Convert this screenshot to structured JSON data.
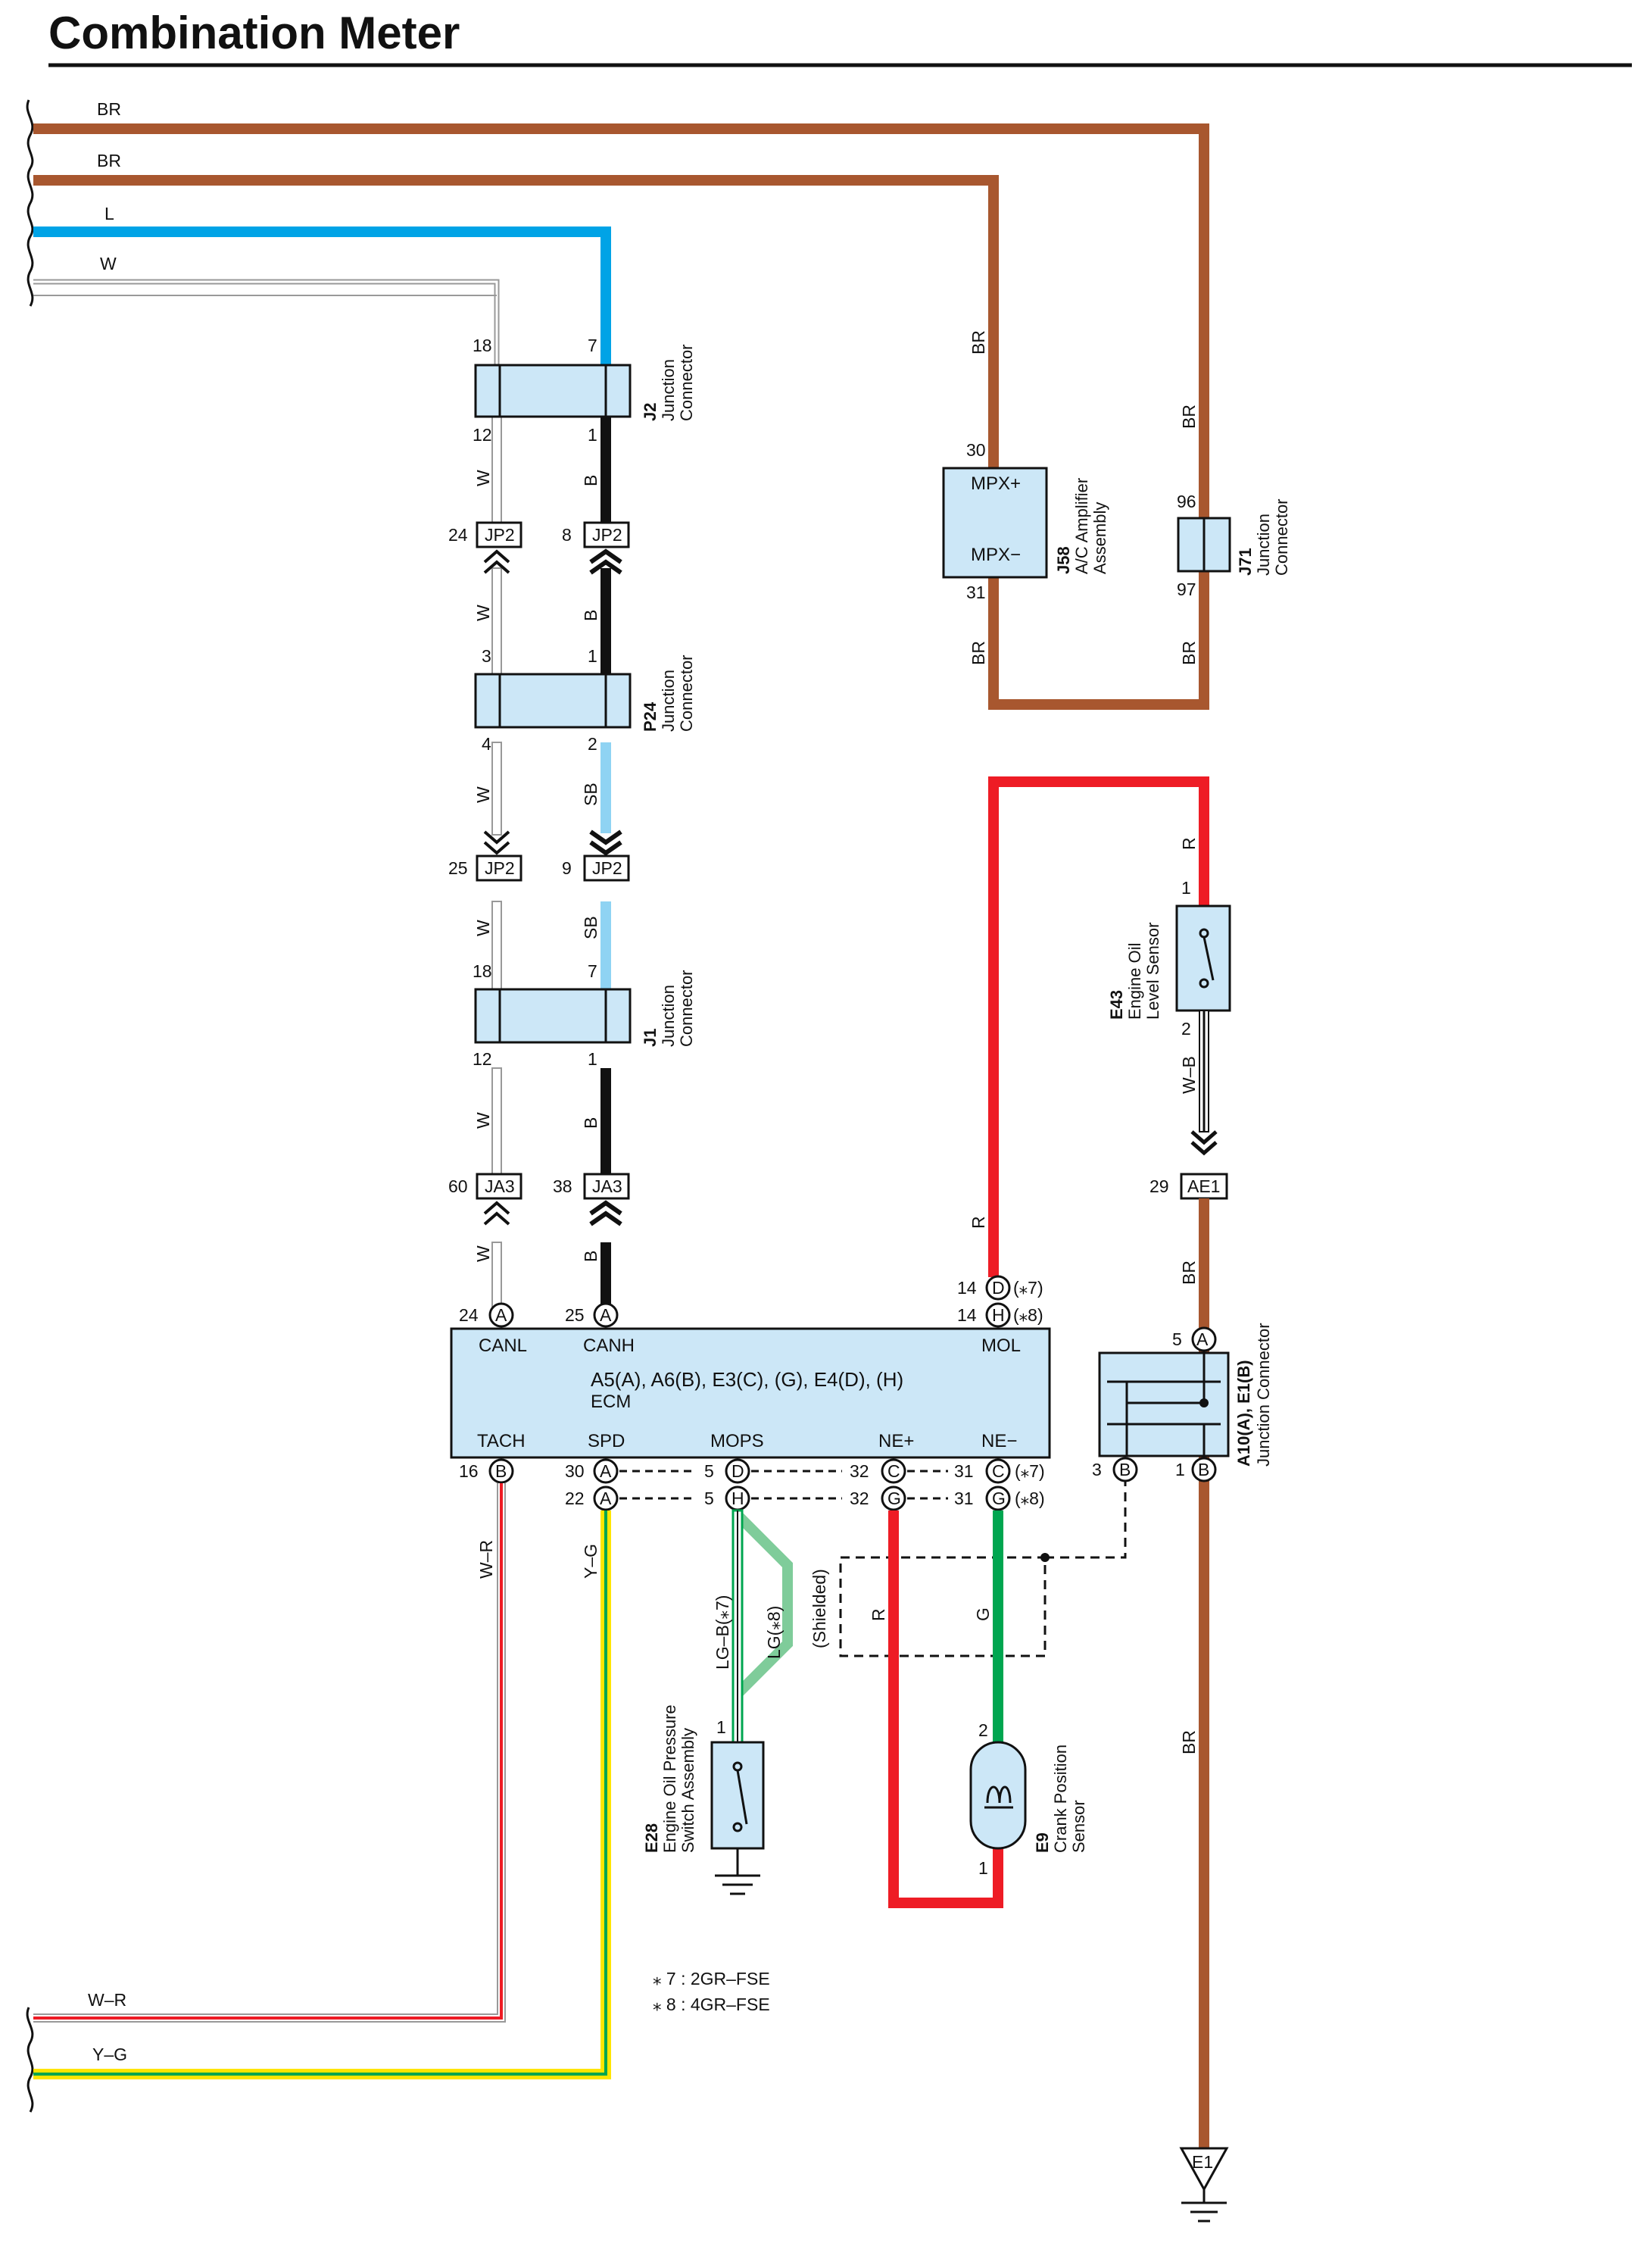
{
  "title": "Combination Meter",
  "colors": {
    "brown": "#a8572f",
    "blue": "#00a3e6",
    "light_blue": "#8fd3f3",
    "black": "#111111",
    "white_wire": "#bfbfbf",
    "red": "#ee1c25",
    "green": "#00a650",
    "light_green": "#7fcc9a",
    "yellow": "#ffe500",
    "box_fill": "#cce7f7"
  },
  "wires": {
    "br1": "BR",
    "br2": "BR",
    "l": "L",
    "w": "W",
    "wr": "W–R",
    "yg": "Y–G",
    "w_a": "W",
    "w_b": "W",
    "w_c": "W",
    "w_d": "W",
    "w_e": "W",
    "w_f": "W",
    "b_a": "B",
    "b_b": "B",
    "b_c": "B",
    "b_d": "B",
    "sb_a": "SB",
    "sb_b": "SB",
    "br_j58_top": "BR",
    "br_j58_bot": "BR",
    "br_j71_top": "BR",
    "br_j71_bot": "BR",
    "r_top": "R",
    "r_ecm": "R",
    "wb": "W–B",
    "br_ae1": "BR",
    "br_low": "BR",
    "wr_v": "W–R",
    "yg_v": "Y–G",
    "lgb": "LG–B(⁎7)",
    "lg": "LG(⁎8)",
    "shielded": "(Shielded)",
    "r_ne": "R",
    "g_ne": "G"
  },
  "connectors": {
    "j2": {
      "id": "J2",
      "name1": "Junction",
      "name2": "Connector",
      "pin_tl": "18",
      "pin_tr": "7",
      "pin_bl": "12",
      "pin_br": "1"
    },
    "p24": {
      "id": "P24",
      "name1": "Junction",
      "name2": "Connector",
      "pin_tl": "3",
      "pin_tr": "1",
      "pin_bl": "4",
      "pin_br": "2"
    },
    "j1": {
      "id": "J1",
      "name1": "Junction",
      "name2": "Connector",
      "pin_tl": "18",
      "pin_tr": "7",
      "pin_bl": "12",
      "pin_br": "1"
    },
    "jp2_a": {
      "label": "JP2",
      "pin": "24"
    },
    "jp2_b": {
      "label": "JP2",
      "pin": "8"
    },
    "jp2_c": {
      "label": "JP2",
      "pin": "25"
    },
    "jp2_d": {
      "label": "JP2",
      "pin": "9"
    },
    "ja3_a": {
      "label": "JA3",
      "pin": "60"
    },
    "ja3_b": {
      "label": "JA3",
      "pin": "38"
    },
    "ae1": {
      "label": "AE1",
      "pin": "29"
    },
    "j58": {
      "id": "J58",
      "name1": "A/C Amplifier",
      "name2": "Assembly",
      "pin_top": "30",
      "pin_bot": "31",
      "term1": "MPX+",
      "term2": "MPX−"
    },
    "j71": {
      "id": "J71",
      "name1": "Junction",
      "name2": "Connector",
      "pin_top": "96",
      "pin_bot": "97"
    },
    "e43": {
      "id": "E43",
      "name1": "Engine Oil",
      "name2": "Level Sensor",
      "pin_top": "1",
      "pin_bot": "2"
    },
    "a10": {
      "id": "A10(A), E1(B)",
      "name": "Junction Connector",
      "pin_top": "5",
      "pin_bl": "3",
      "pin_br": "1",
      "letter_top": "A",
      "letter_bl": "B",
      "letter_br": "B"
    },
    "e28": {
      "id": "E28",
      "name1": "Engine Oil Pressure",
      "name2": "Switch Assembly",
      "pin": "1"
    },
    "e9": {
      "id": "E9",
      "name1": "Crank Position",
      "name2": "Sensor",
      "pin_top": "2",
      "pin_bot": "1"
    },
    "e1": {
      "label": "E1"
    }
  },
  "ecm": {
    "connectors": "A5(A), A6(B), E3(C), (G), E4(D), (H)",
    "name": "ECM",
    "terms": {
      "canl": "CANL",
      "canh": "CANH",
      "mol": "MOL",
      "tach": "TACH",
      "spd": "SPD",
      "mops": "MOPS",
      "nep": "NE+",
      "nem": "NE−"
    },
    "top_pins": {
      "canl": {
        "num": "24",
        "letter": "A"
      },
      "canh": {
        "num": "25",
        "letter": "A"
      },
      "mol1": {
        "num": "14",
        "letter": "D",
        "note": "(⁎7)"
      },
      "mol2": {
        "num": "14",
        "letter": "H",
        "note": "(⁎8)"
      }
    },
    "bottom_pins": {
      "tach": {
        "num": "16",
        "letter": "B"
      },
      "spd1": {
        "num": "30",
        "letter": "A"
      },
      "spd2": {
        "num": "22",
        "letter": "A"
      },
      "mops1": {
        "num": "5",
        "letter": "D"
      },
      "mops2": {
        "num": "5",
        "letter": "H"
      },
      "nep1": {
        "num": "32",
        "letter": "C"
      },
      "nep2": {
        "num": "32",
        "letter": "G"
      },
      "nem1": {
        "num": "31",
        "letter": "C",
        "note": "(⁎7)"
      },
      "nem2": {
        "num": "31",
        "letter": "G",
        "note": "(⁎8)"
      }
    }
  },
  "notes": [
    "⁎ 7 : 2GR–FSE",
    "⁎ 8 : 4GR–FSE"
  ]
}
